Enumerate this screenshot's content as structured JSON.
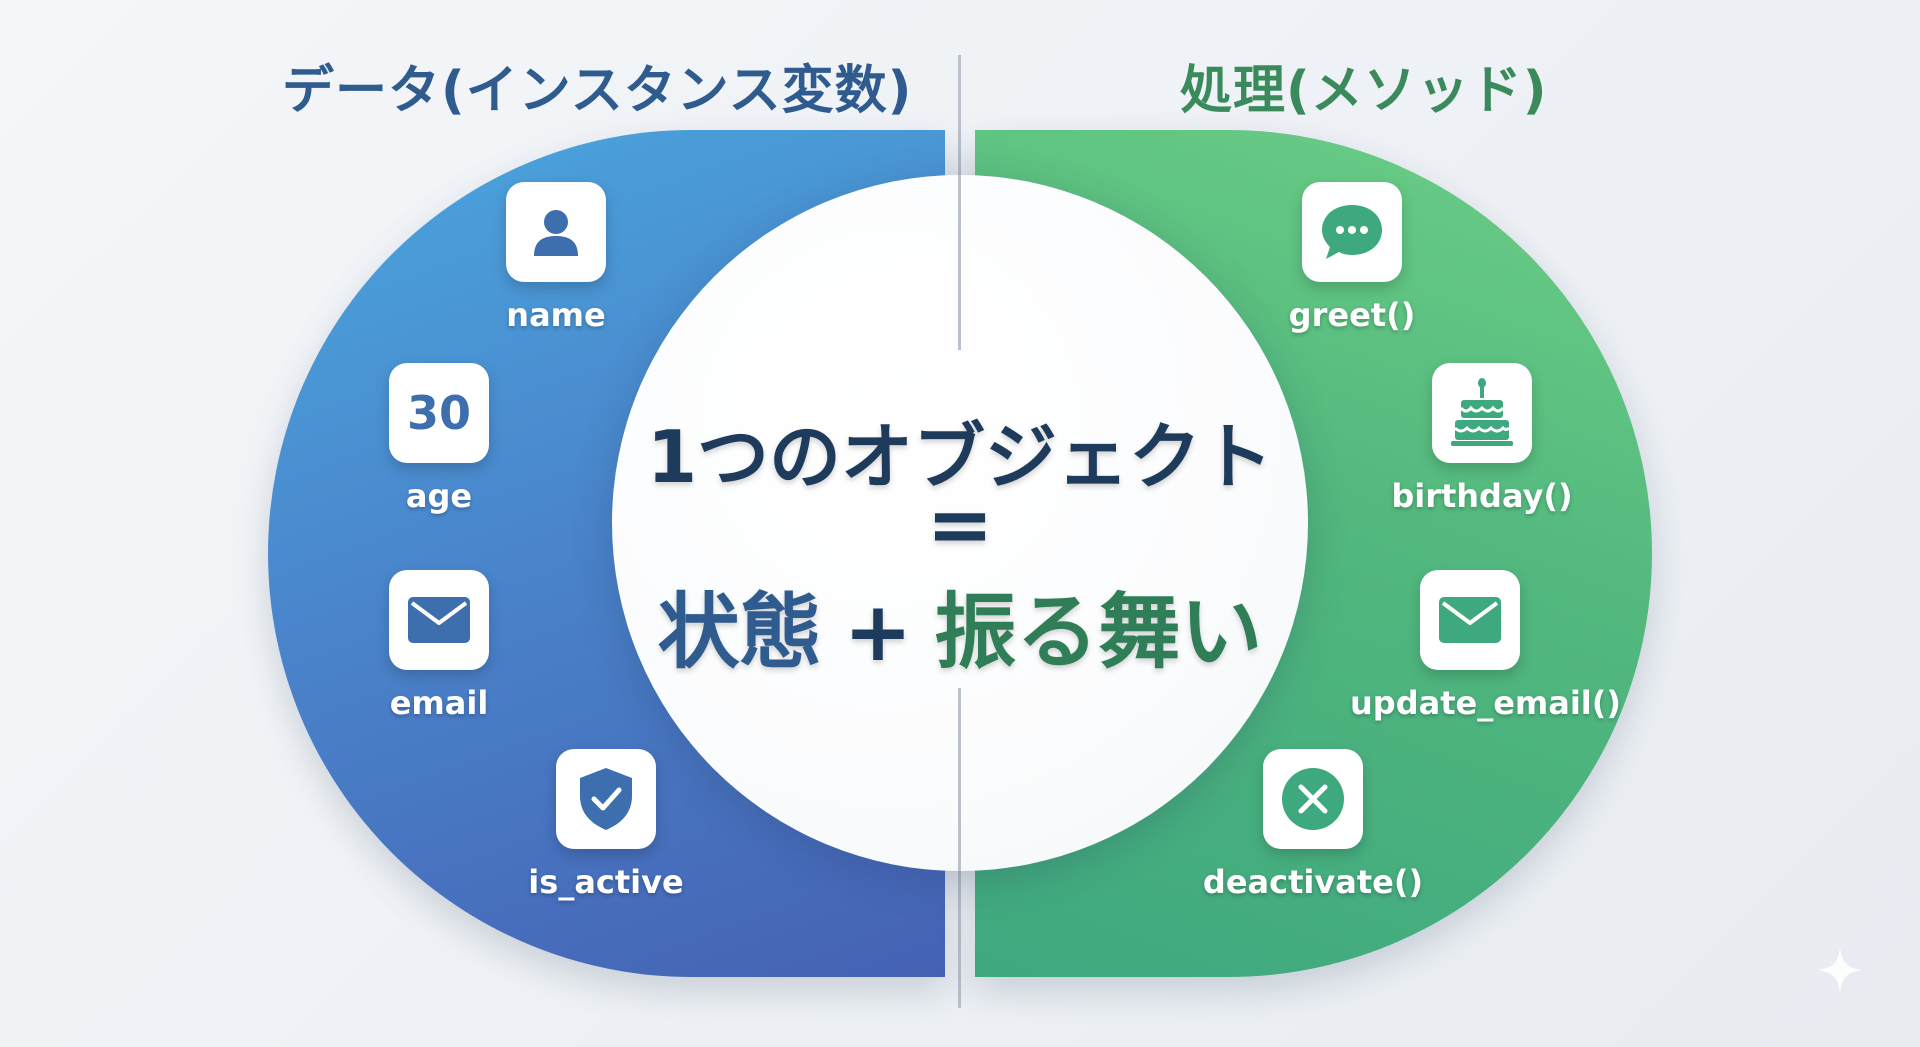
{
  "left_heading": "データ(インスタンス変数)",
  "right_heading": "処理(メソッド)",
  "center": {
    "line1": "1つのオブジェクト",
    "line2": "=",
    "state": "状態",
    "plus": "+",
    "behavior": "振る舞い"
  },
  "data_items": [
    {
      "label": "name",
      "icon": "user-icon"
    },
    {
      "label": "age",
      "icon": "number-badge",
      "number": "30"
    },
    {
      "label": "email",
      "icon": "envelope-icon"
    },
    {
      "label": "is_active",
      "icon": "shield-check-icon"
    }
  ],
  "method_items": [
    {
      "label": "greet()",
      "icon": "chat-bubble-icon"
    },
    {
      "label": "birthday()",
      "icon": "cake-icon"
    },
    {
      "label": "update_email()",
      "icon": "envelope-icon"
    },
    {
      "label": "deactivate()",
      "icon": "close-circle-icon"
    }
  ],
  "colors": {
    "data_accent": "#2f5b8e",
    "method_accent": "#3b8a5c",
    "data_gradient_start": "#4aa7df",
    "data_gradient_end": "#4561b4",
    "method_gradient_start": "#6dcf86",
    "method_gradient_end": "#3ea87f"
  }
}
